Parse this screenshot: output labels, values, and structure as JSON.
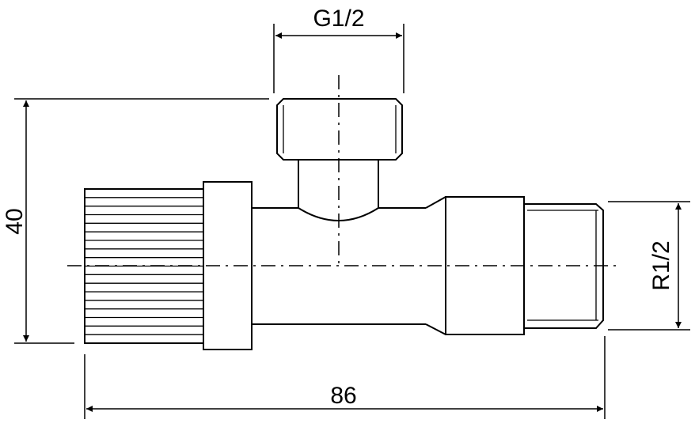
{
  "drawing": {
    "dimensions": {
      "top_thread": "G1/2",
      "height": "40",
      "right_thread": "R1/2",
      "length": "86"
    }
  }
}
